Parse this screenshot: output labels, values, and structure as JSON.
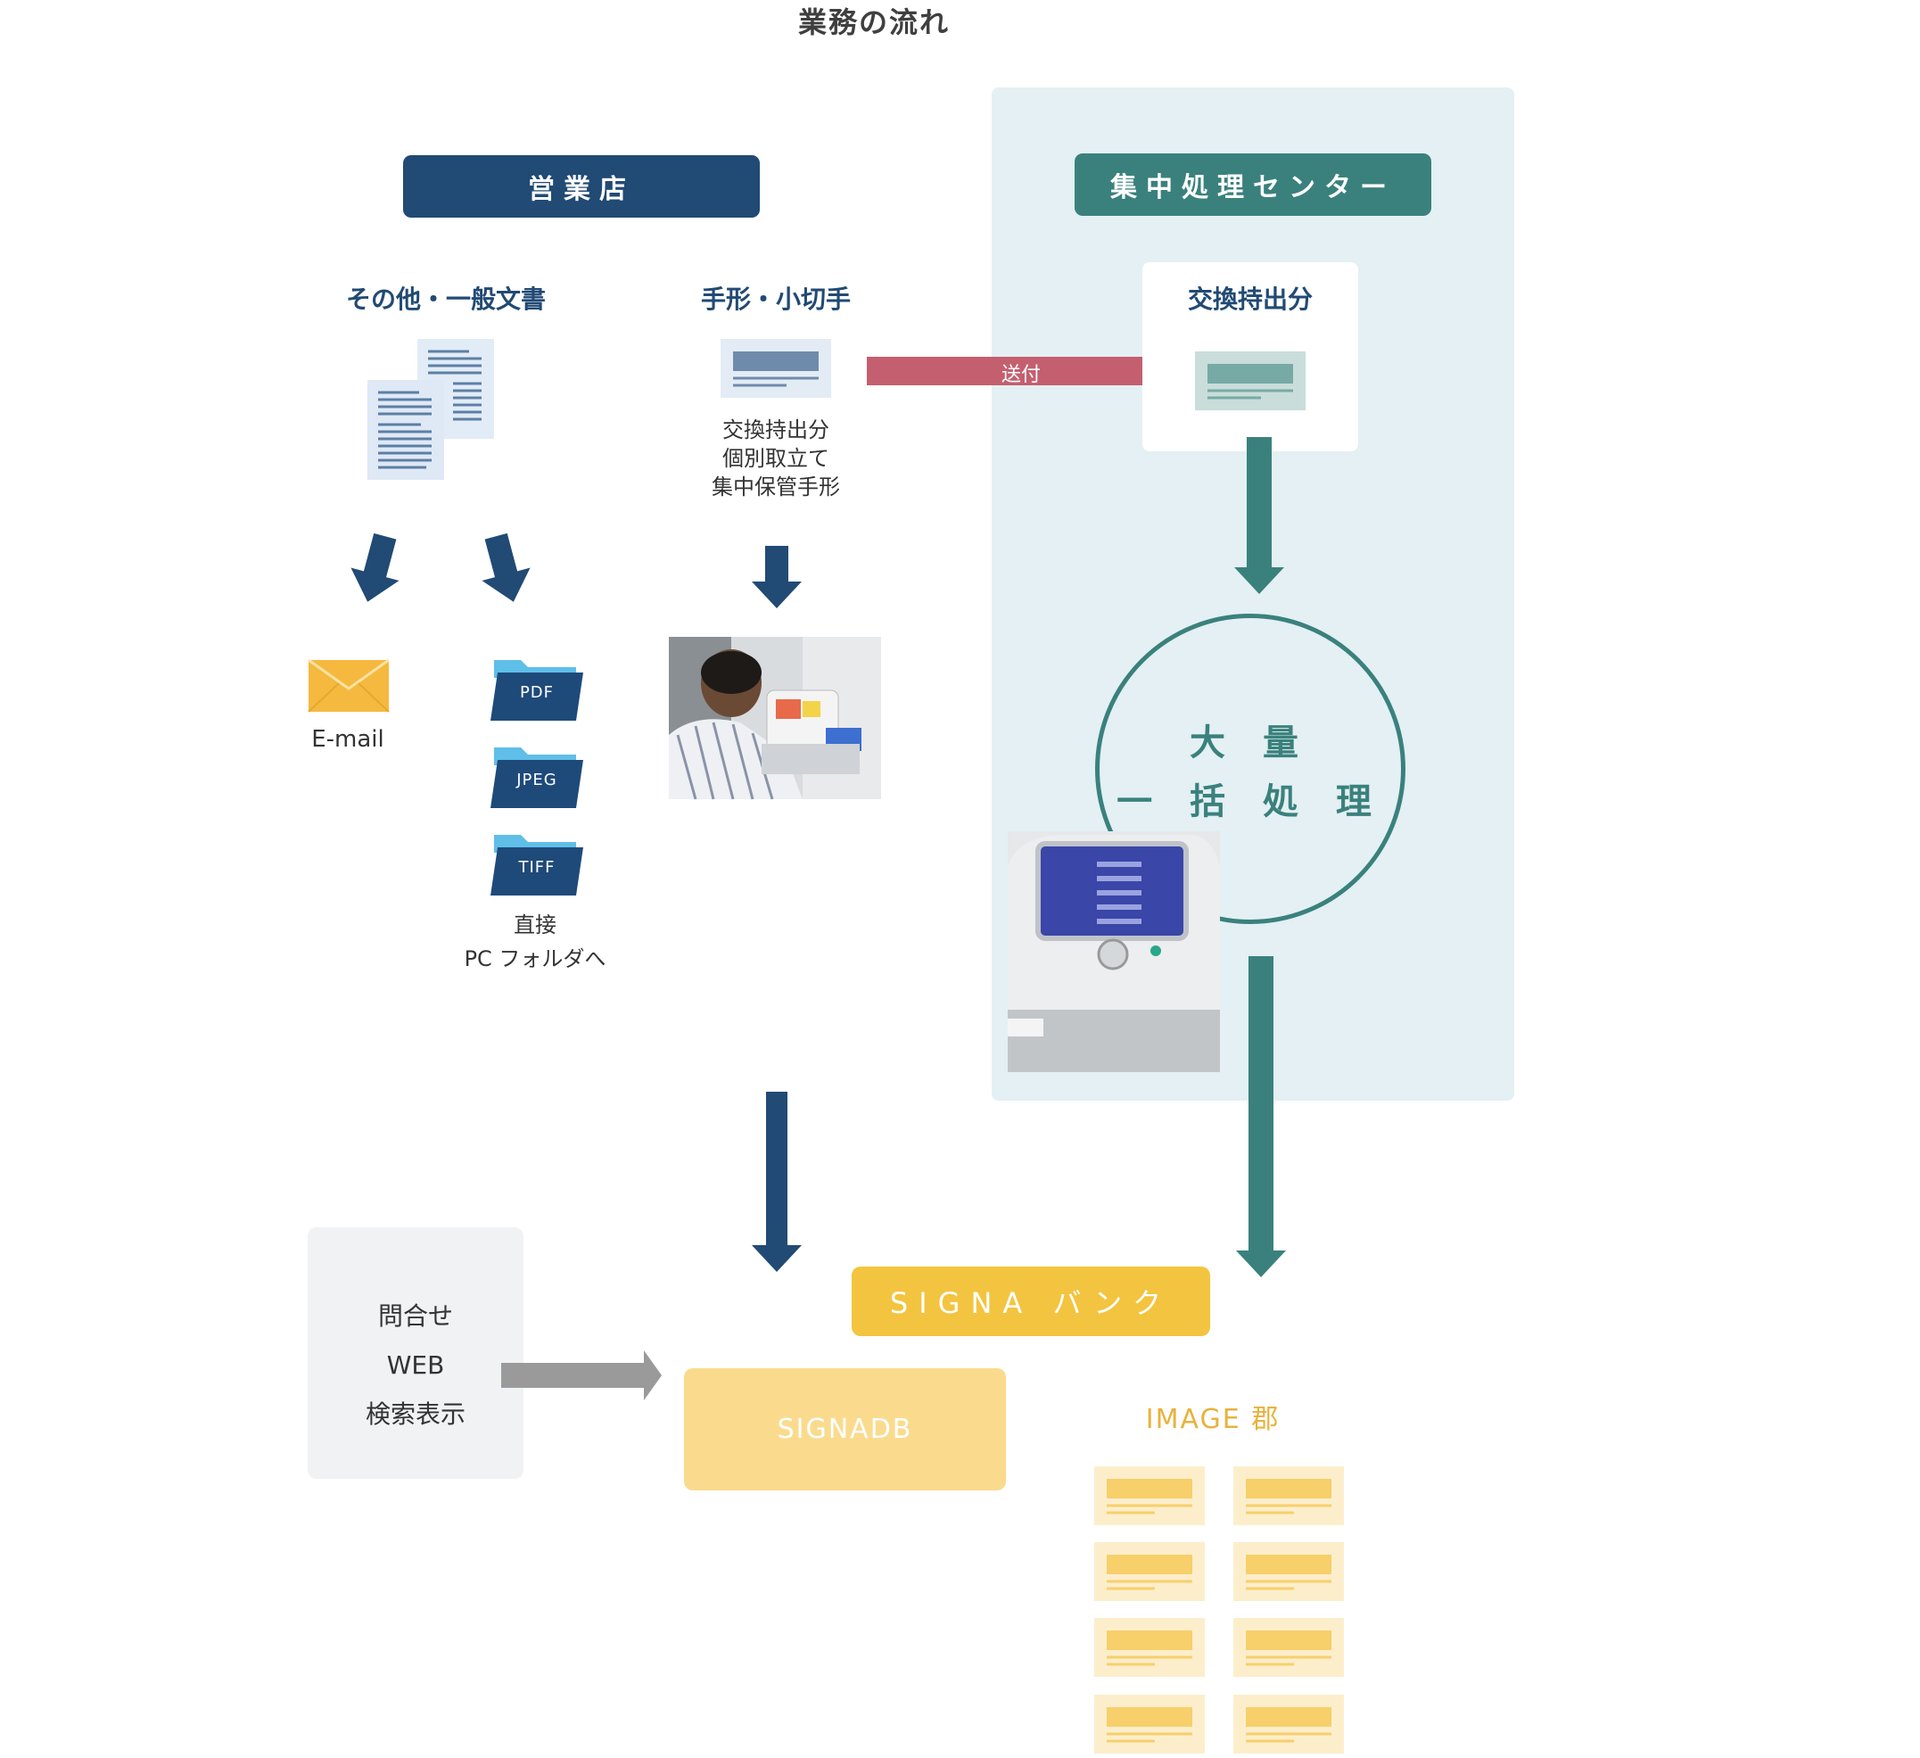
{
  "title": "業務の流れ",
  "branch": {
    "label": "営業店",
    "general_docs_label": "その他・一般文書",
    "checks_label": "手形・小切手",
    "checks_desc": [
      "交換持出分",
      "個別取立て",
      "集中保管手形"
    ],
    "email_label": "E-mail",
    "folders": [
      "PDF",
      "JPEG",
      "TIFF"
    ],
    "folder_desc": [
      "直接",
      "PC フォルダへ"
    ]
  },
  "center": {
    "label": "集中処理センター",
    "exchange_label": "交換持出分",
    "send_label": "送付",
    "batch_lines": [
      "大 量",
      "一 括 処 理"
    ]
  },
  "inquiry": {
    "lines": [
      "問合せ",
      "WEB",
      "検索表示"
    ]
  },
  "signa_bank": "SIGNA バンク",
  "signadb": "SIGNADB",
  "image_group": "IMAGE 郡",
  "colors": {
    "navy": "#214a74",
    "teal": "#3a817d",
    "red_arrow": "#c45f6f",
    "center_bg": "#e4f0f3",
    "yellow": "#f3c43f",
    "light_yellow": "#fadb8e",
    "gray_arrow": "#9a9a9a",
    "envelope": "#f5b93f",
    "folder": "#1e4a7a",
    "folder_tab": "#5fbfe8"
  },
  "icons": [
    "document-stack-icon",
    "check-icon",
    "envelope-icon",
    "folder-icon",
    "scanner-operator-photo",
    "scanner-machine-photo",
    "image-thumbnail-icon"
  ]
}
